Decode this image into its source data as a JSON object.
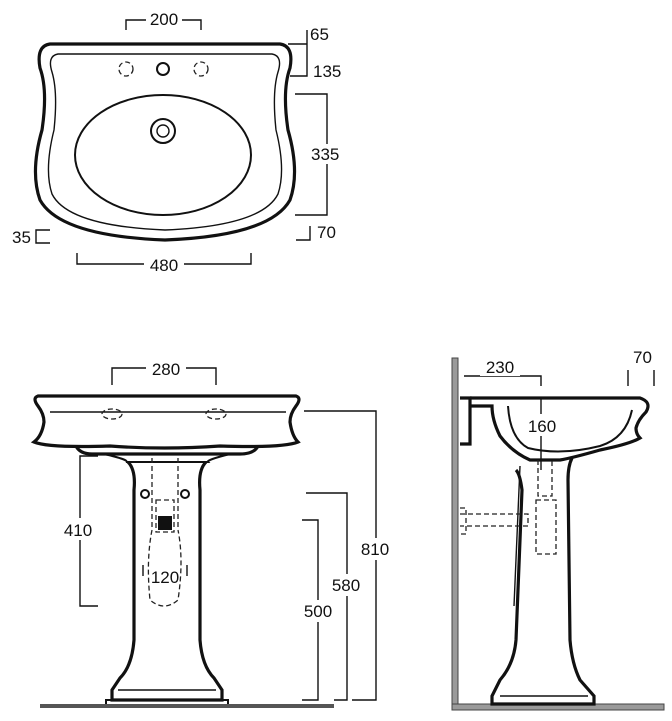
{
  "views": {
    "top": {
      "dims": {
        "tap_spacing": "200",
        "back_rim": "65",
        "tap_zone": "135",
        "bowl_depth": "335",
        "front_rim": "70",
        "front_lip": "35",
        "bowl_width": "480"
      }
    },
    "front": {
      "dims": {
        "tap_spacing": "280",
        "waste_height": "410",
        "trap_width": "120",
        "bracket_500": "500",
        "bracket_580": "580",
        "overall_height": "810"
      }
    },
    "side": {
      "dims": {
        "projection": "230",
        "front_lip": "70",
        "bowl_depth": "160"
      }
    }
  }
}
